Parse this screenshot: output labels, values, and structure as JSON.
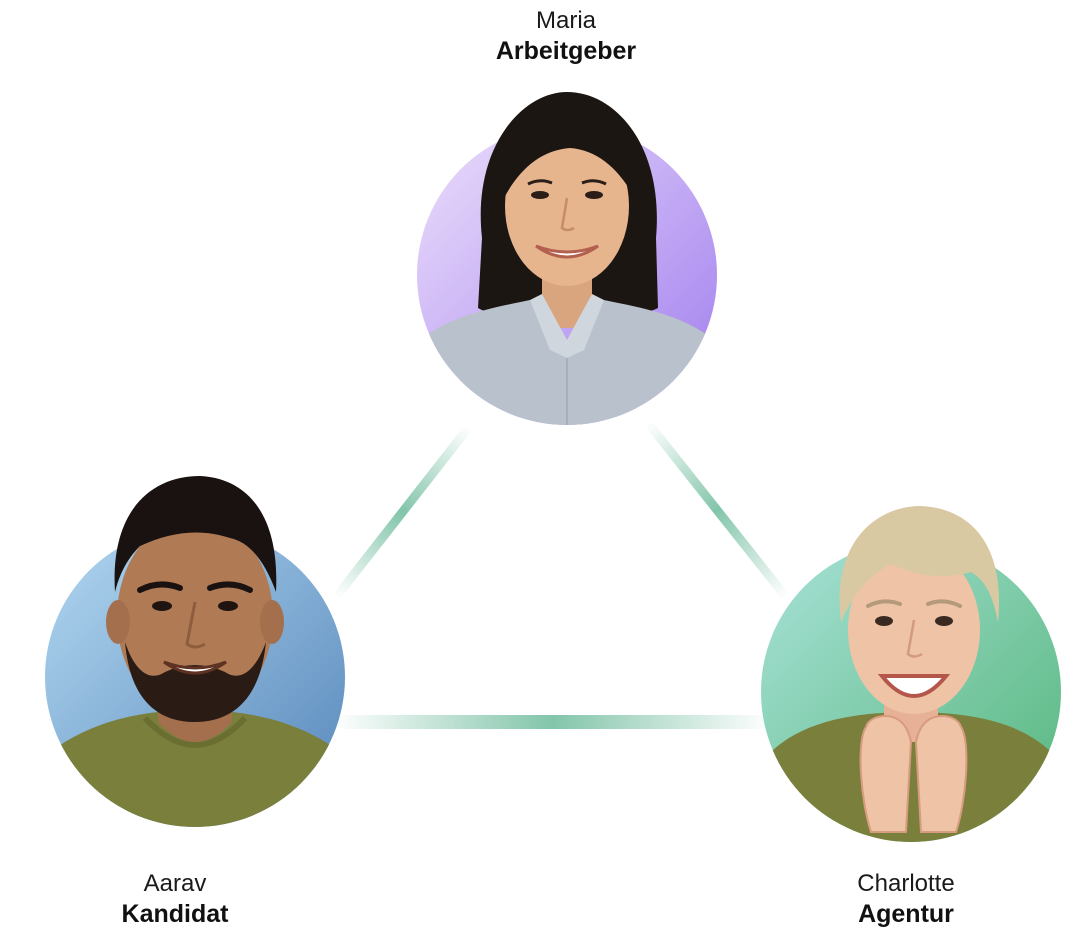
{
  "people": [
    {
      "id": "maria",
      "name": "Maria",
      "role": "Arbeitgeber",
      "circle_color_start": "#e7d8fb",
      "circle_color_end": "#a583ef",
      "shirt_color": "#b9c2cc",
      "hair_color": "#1c1613",
      "skin_color": "#e6b48d"
    },
    {
      "id": "aarav",
      "name": "Aarav",
      "role": "Kandidat",
      "circle_color_start": "#a9d2ee",
      "circle_color_end": "#5c8ebf",
      "shirt_color": "#7b7f3c",
      "hair_color": "#1a1210",
      "skin_color": "#b07a55"
    },
    {
      "id": "charlotte",
      "name": "Charlotte",
      "role": "Agentur",
      "circle_color_start": "#a6dfd6",
      "circle_color_end": "#5fbb80",
      "shirt_color": "#7b7f3c",
      "hair_color": "#d9c9a3",
      "skin_color": "#efc3a6"
    }
  ],
  "connector_color": "#7cc2a6"
}
